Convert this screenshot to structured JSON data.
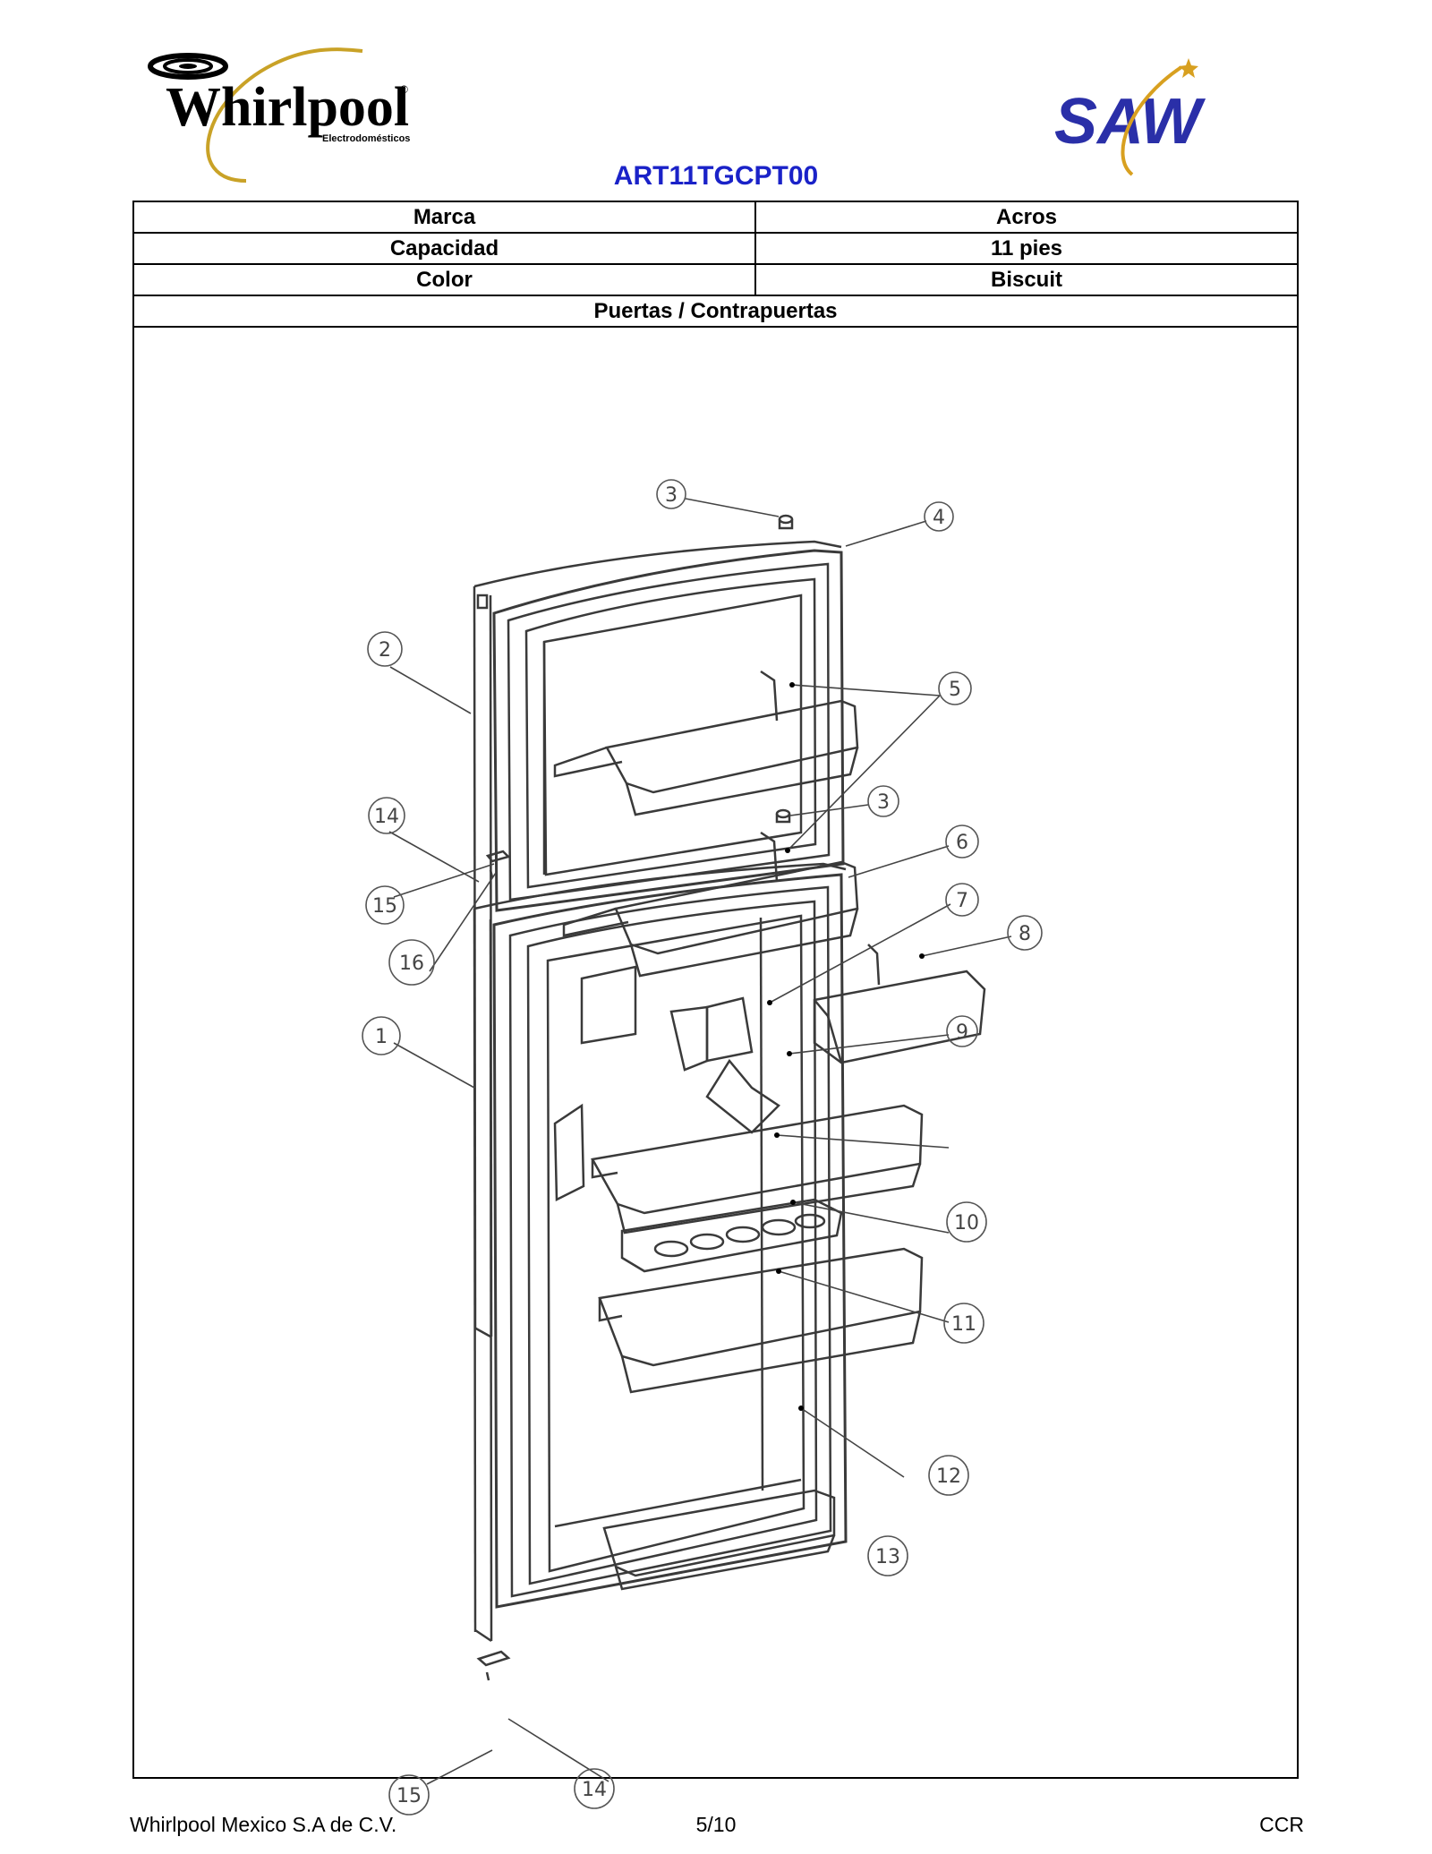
{
  "header": {
    "model": "ART11TGCPT00",
    "whirlpool_logo": {
      "brand": "Whirlpool",
      "tagline": "Electrodomésticos",
      "icon": "whirlpool-swirl-icon"
    },
    "saw_logo": {
      "text": "SAW",
      "icon": "saw-star-icon"
    }
  },
  "spec_table": {
    "rows": [
      {
        "label": "Marca",
        "value": "Acros"
      },
      {
        "label": "Capacidad",
        "value": "11 pies"
      },
      {
        "label": "Color",
        "value": "Biscuit"
      }
    ],
    "section_title": "Puertas / Contrapuertas"
  },
  "diagram": {
    "callouts": [
      "3",
      "4",
      "2",
      "5",
      "14",
      "3",
      "6",
      "7",
      "8",
      "15",
      "16",
      "9",
      "1",
      "10",
      "11",
      "12",
      "13",
      "15",
      "14"
    ],
    "colors": {
      "line": "#3a3a3a",
      "callout": "#555555"
    }
  },
  "footer": {
    "left": "Whirlpool Mexico S.A de C.V.",
    "center": "5/10",
    "right": "CCR"
  }
}
